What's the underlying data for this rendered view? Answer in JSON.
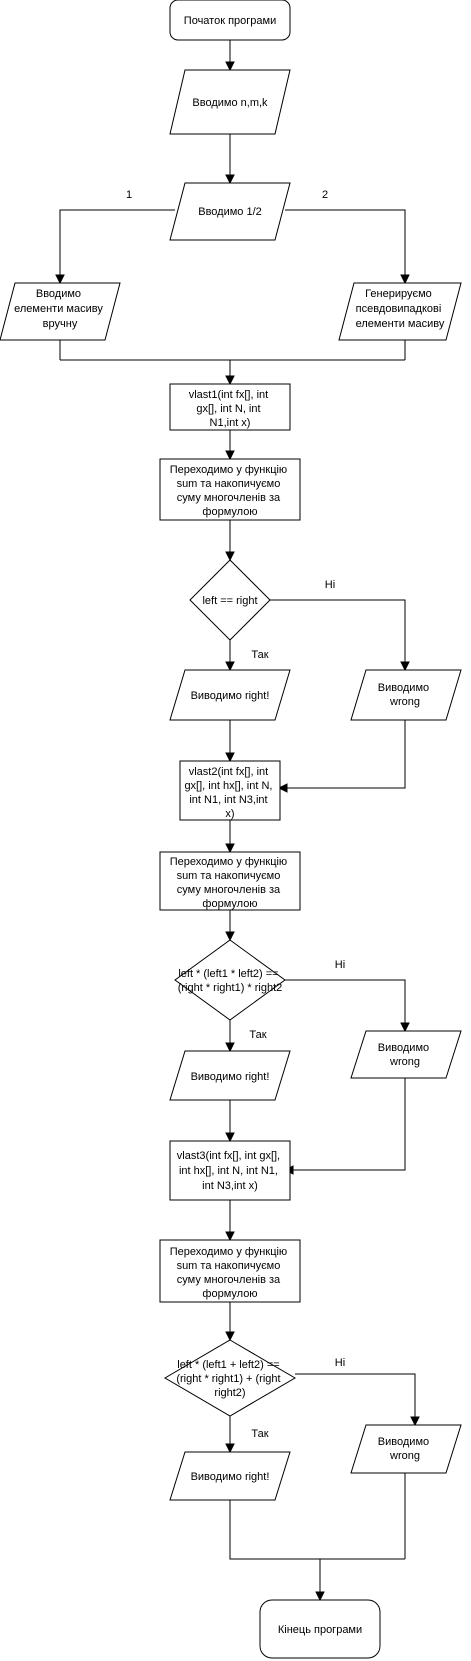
{
  "nodes": {
    "start": "Початок програми",
    "input_nmk": "Вводимо n,m,k",
    "choice": "Вводимо 1/2",
    "manual": [
      "Вводимо",
      "елементи масиву",
      "вручну"
    ],
    "random": [
      "Генерируємо",
      "псевдовипадкові",
      "елементи масиву"
    ],
    "vlast1": [
      "vlast1(int fx[], int",
      "gx[], int N, int",
      "N1,int x)"
    ],
    "sum1": [
      "Переходимо у функцію",
      "sum та накопичуємо",
      "суму многочленів за",
      "формулою"
    ],
    "cond1": "left == right",
    "right1": "Виводимо right!",
    "wrong1": [
      "Виводимо",
      "wrong"
    ],
    "vlast2": [
      "vlast2(int fx[], int",
      "gx[], int hx[], int N,",
      "int N1, int N3,int",
      "x)"
    ],
    "sum2": [
      "Переходимо у функцію",
      "sum та накопичуємо",
      "суму многочленів за",
      "формулою"
    ],
    "cond2": [
      "left * (left1 * left2) ==",
      "(right * right1) * right2"
    ],
    "right2": "Виводимо right!",
    "wrong2": [
      "Виводимо",
      "wrong"
    ],
    "vlast3": [
      "vlast3(int fx[], int gx[],",
      "int hx[], int N, int N1,",
      "int N3,int x)"
    ],
    "sum3": [
      "Переходимо у функцію",
      "sum та накопичуємо",
      "суму многочленів за",
      "формулою"
    ],
    "cond3": [
      "left * (left1 + left2) ==",
      "(right * right1) + (right",
      "right2)"
    ],
    "right3": "Виводимо right!",
    "wrong3": [
      "Виводимо",
      "wrong"
    ],
    "end": "Кінець програми"
  },
  "edge_labels": {
    "choice_left": "1",
    "choice_right": "2",
    "cond1_yes": "Так",
    "cond1_no": "Ні",
    "cond2_yes": "Так",
    "cond2_no": "Ні",
    "cond3_yes": "Так",
    "cond3_no": "Ні"
  }
}
